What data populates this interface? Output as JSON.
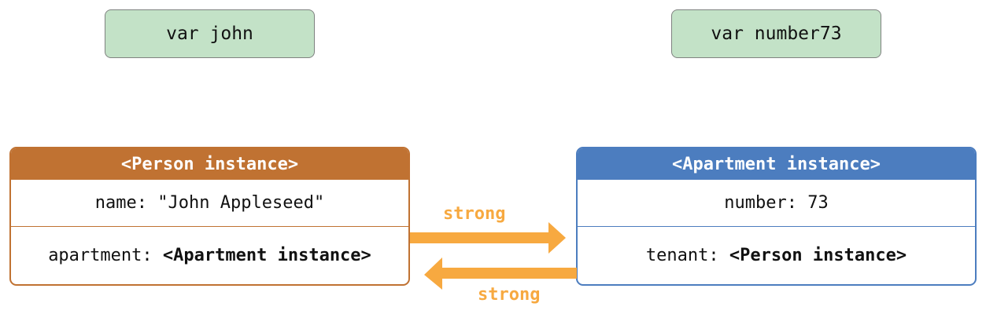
{
  "variables": {
    "john": "var john",
    "number73": "var number73"
  },
  "person": {
    "header": "<Person instance>",
    "name_row": "name: \"John Appleseed\"",
    "apartment_key": "apartment: ",
    "apartment_value": "<Apartment instance>"
  },
  "apartment": {
    "header": "<Apartment instance>",
    "number_row": "number: 73",
    "tenant_key": "tenant: ",
    "tenant_value": "<Person instance>"
  },
  "references": {
    "person_to_apartment": "strong",
    "apartment_to_person": "strong"
  },
  "colors": {
    "variable_fill": "#c3e2c7",
    "person": "#c07232",
    "apartment": "#4c7dbf",
    "arrow": "#f7a940"
  }
}
